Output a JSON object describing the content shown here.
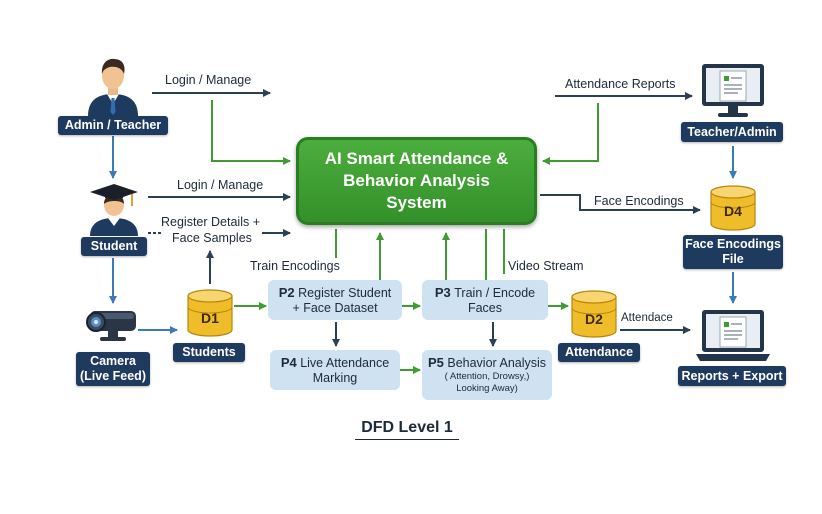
{
  "main_process": {
    "line1": "AI Smart Attendance &",
    "line2": "Behavior Analysis",
    "line3": "System"
  },
  "entities": {
    "admin_teacher": "Admin / Teacher",
    "student": "Student",
    "camera_line1": "Camera",
    "camera_line2": "(Live Feed)",
    "teacher_admin": "Teacher/Admin",
    "reports_export": "Reports + Export"
  },
  "data_stores": {
    "d1": {
      "id": "D1",
      "name": "Students"
    },
    "d2": {
      "id": "D2",
      "name": "Attendance"
    },
    "d4": {
      "id": "D4",
      "name_line1": "Face Encodings",
      "name_line2": "File"
    }
  },
  "processes": {
    "p2": {
      "num": "P2",
      "line1": "Register Student",
      "line2": "+ Face Dataset"
    },
    "p3": {
      "num": "P3",
      "line1": "Train / Encode",
      "line2": "Faces"
    },
    "p4": {
      "num": "P4",
      "line1": "Live Attendance",
      "line2": "Marking"
    },
    "p5": {
      "num": "P5",
      "line1": "Behavior Analysis",
      "sub1": "( Attention, Drowsy,)",
      "sub2": "Looking Away)"
    }
  },
  "flows": {
    "login_manage_admin": "Login / Manage",
    "login_manage_student": "Login / Manage",
    "register_details_line1": "Register Details +",
    "register_details_line2": "Face Samples",
    "train_encodings": "Train Encodings",
    "video_stream": "Video Stream",
    "attendance_reports": "Attendance Reports",
    "face_encodings": "Face Encodings",
    "attendace": "Attendace"
  },
  "footer": {
    "title": "DFD Level 1"
  },
  "colors": {
    "navy": "#1f3a5f",
    "green": "#3f9b32",
    "process_fill": "#cfe2f1",
    "cylinder_gold": "#f2c12e",
    "arrow_blue": "#3d7bb5",
    "arrow_green": "#3f9b32",
    "arrow_dark": "#2b3f55"
  },
  "icons": [
    "person-tie-icon",
    "graduate-icon",
    "camera-icon",
    "monitor-report-icon",
    "database-icon",
    "laptop-report-icon"
  ]
}
